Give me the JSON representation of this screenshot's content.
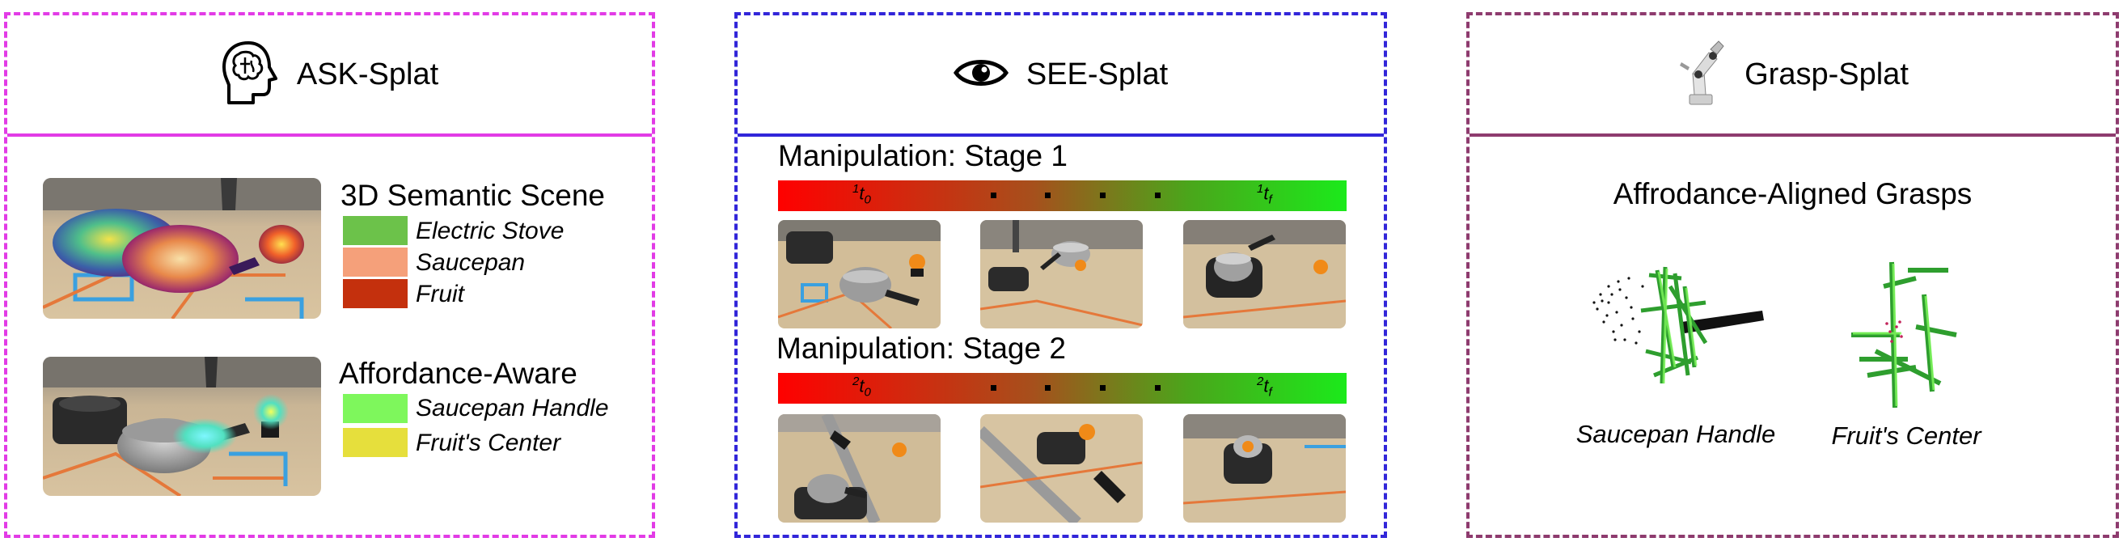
{
  "ask_panel": {
    "title": "ASK-Splat",
    "header_icon": "brain-head-icon",
    "semantic": {
      "title": "3D Semantic Scene",
      "legend": [
        {
          "label": "Electric Stove",
          "color": "#6cc24a"
        },
        {
          "label": "Saucepan",
          "color": "#f5a07a"
        },
        {
          "label": "Fruit",
          "color": "#c4300d"
        }
      ]
    },
    "affordance": {
      "title": "Affordance-Aware",
      "legend": [
        {
          "label": "Saucepan Handle",
          "color": "#7ef75c"
        },
        {
          "label": "Fruit's Center",
          "color": "#e6df3c"
        }
      ]
    }
  },
  "see_panel": {
    "title": "SEE-Splat",
    "header_icon": "eye-icon",
    "stages": [
      {
        "title": "Manipulation: Stage 1",
        "t_start": {
          "sup": "1",
          "base": "t",
          "sub": "0"
        },
        "t_end": {
          "sup": "1",
          "base": "t",
          "sub": "f"
        }
      },
      {
        "title": "Manipulation: Stage 2",
        "t_start": {
          "sup": "2",
          "base": "t",
          "sub": "0"
        },
        "t_end": {
          "sup": "2",
          "base": "t",
          "sub": "f"
        }
      }
    ]
  },
  "grasp_panel": {
    "title": "Grasp-Splat",
    "header_icon": "robot-arm-icon",
    "section_title": "Affrodance-Aligned Grasps",
    "labels": [
      "Saucepan Handle",
      "Fruit's Center"
    ]
  }
}
